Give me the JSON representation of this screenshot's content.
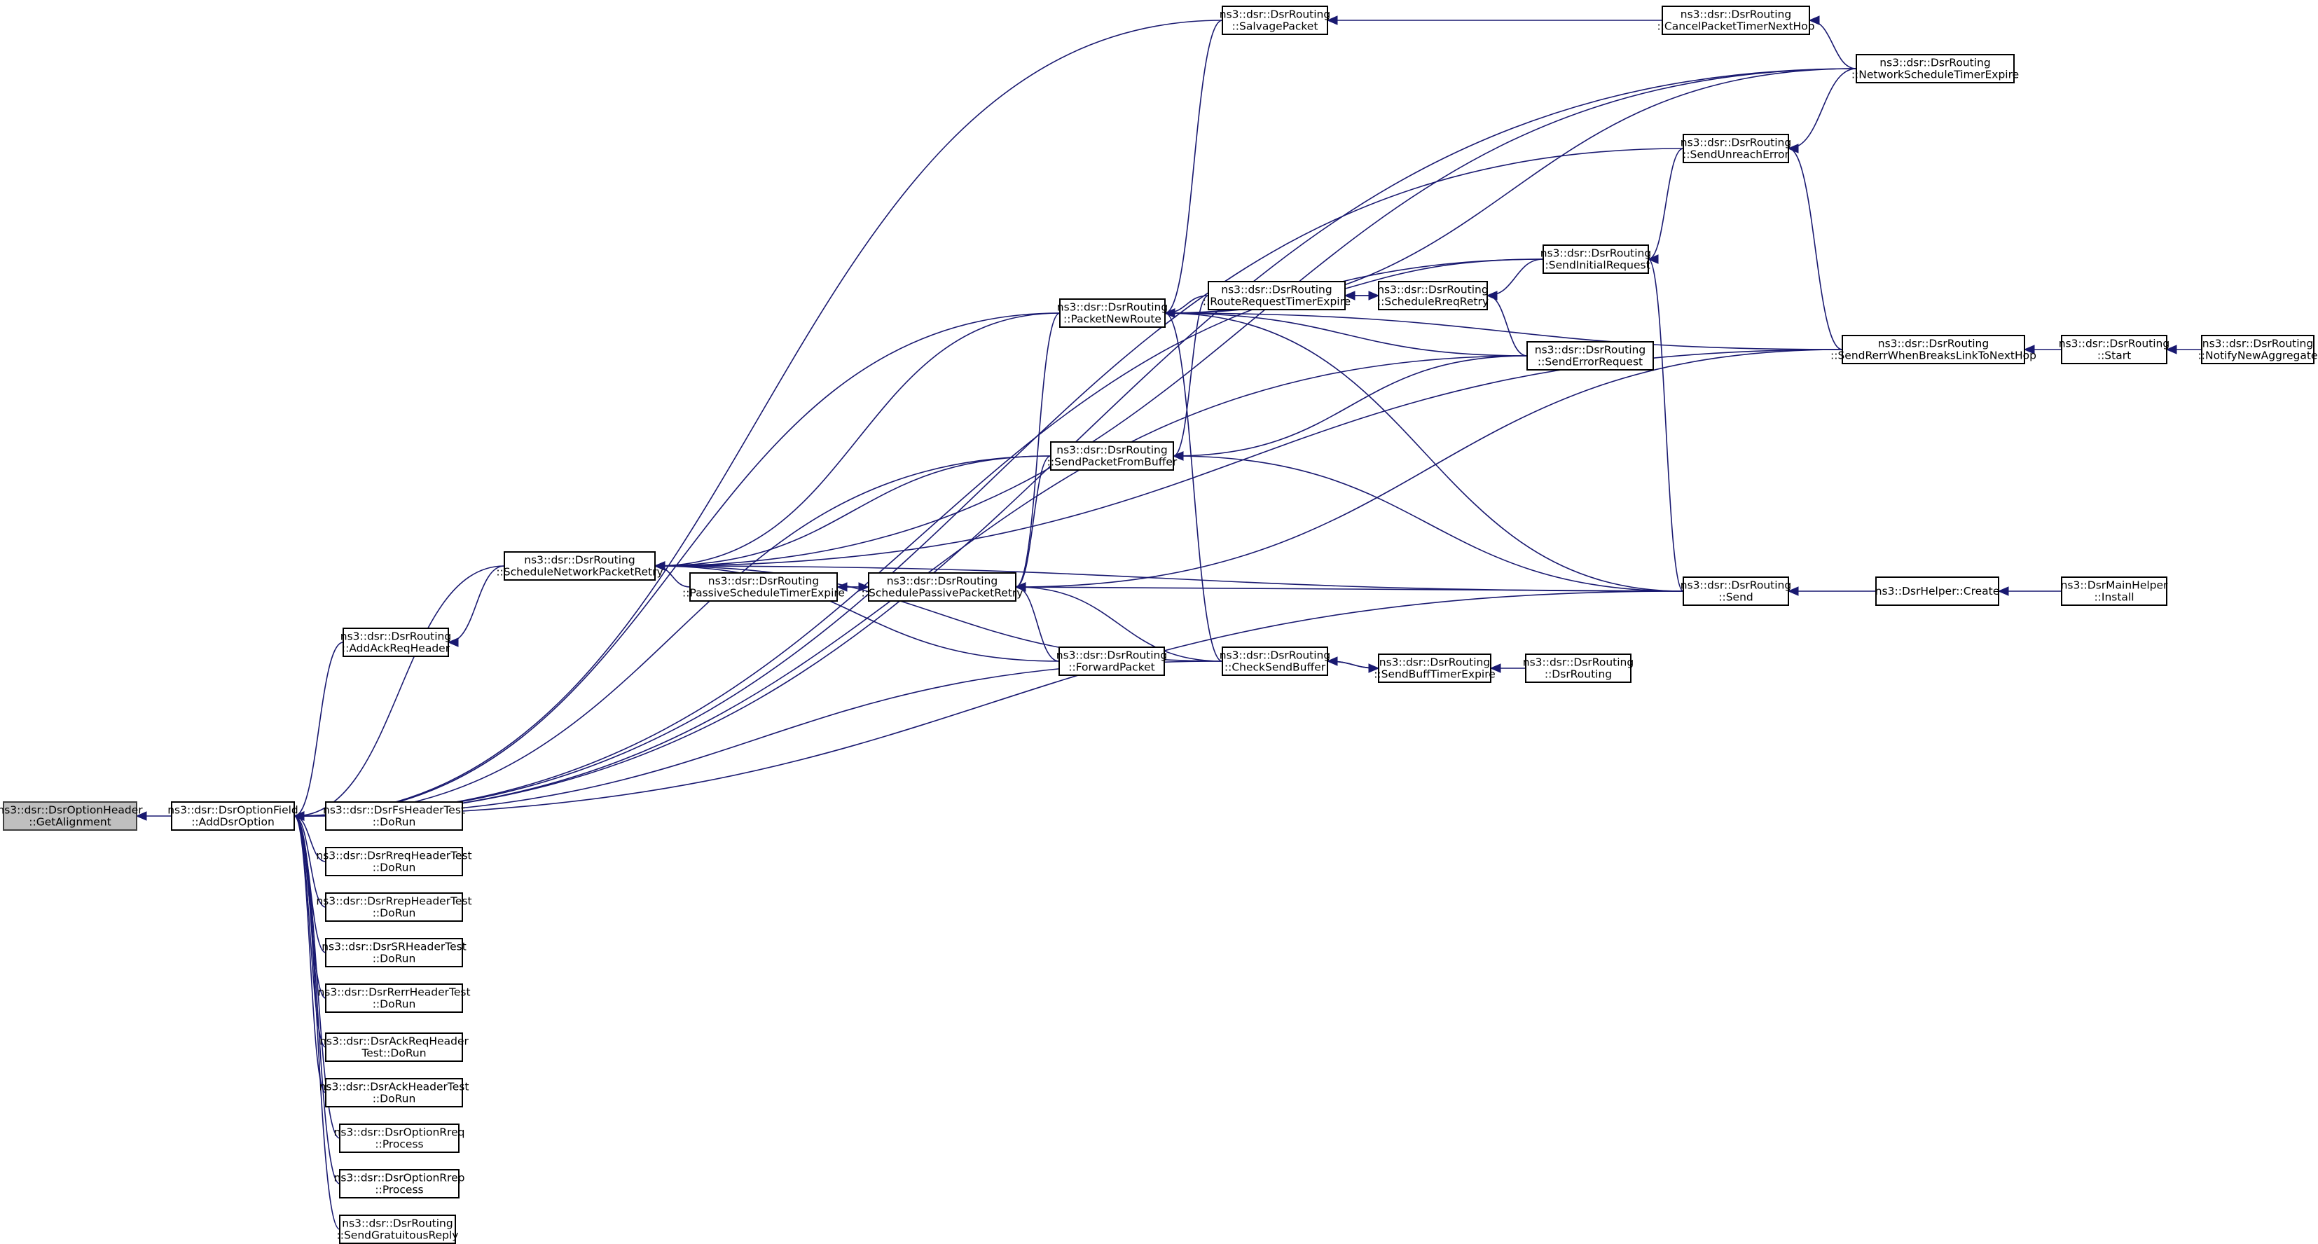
{
  "nodes": [
    {
      "id": "getalign",
      "lines": [
        "ns3::dsr::DsrOptionHeader",
        "::GetAlignment"
      ],
      "root": true
    },
    {
      "id": "adddsr",
      "lines": [
        "ns3::dsr::DsrOptionField",
        "::AddDsrOption"
      ]
    },
    {
      "id": "addack",
      "lines": [
        "ns3::dsr::DsrRouting",
        "::AddAckReqHeader"
      ]
    },
    {
      "id": "schednet",
      "lines": [
        "ns3::dsr::DsrRouting",
        "::ScheduleNetworkPacketRetry"
      ]
    },
    {
      "id": "passive",
      "lines": [
        "ns3::dsr::DsrRouting",
        "::PassiveScheduleTimerExpire"
      ]
    },
    {
      "id": "schedpass",
      "lines": [
        "ns3::dsr::DsrRouting",
        "::SchedulePassivePacketRetry"
      ]
    },
    {
      "id": "forward",
      "lines": [
        "ns3::dsr::DsrRouting",
        "::ForwardPacket"
      ]
    },
    {
      "id": "sendbuf",
      "lines": [
        "ns3::dsr::DsrRouting",
        "::SendPacketFromBuffer"
      ]
    },
    {
      "id": "pktnew",
      "lines": [
        "ns3::dsr::DsrRouting",
        "::PacketNewRoute"
      ]
    },
    {
      "id": "salvage",
      "lines": [
        "ns3::dsr::DsrRouting",
        "::SalvagePacket"
      ]
    },
    {
      "id": "routereq",
      "lines": [
        "ns3::dsr::DsrRouting",
        "::RouteRequestTimerExpire"
      ]
    },
    {
      "id": "checkbuf",
      "lines": [
        "ns3::dsr::DsrRouting",
        "::CheckSendBuffer"
      ]
    },
    {
      "id": "schedreq",
      "lines": [
        "ns3::dsr::DsrRouting",
        "::ScheduleRreqRetry"
      ]
    },
    {
      "id": "sendbufexp",
      "lines": [
        "ns3::dsr::DsrRouting",
        "::SendBuffTimerExpire"
      ]
    },
    {
      "id": "dsrrouting",
      "lines": [
        "ns3::dsr::DsrRouting",
        "::DsrRouting"
      ]
    },
    {
      "id": "cancel",
      "lines": [
        "ns3::dsr::DsrRouting",
        "::CancelPacketTimerNextHop"
      ]
    },
    {
      "id": "unreach",
      "lines": [
        "ns3::dsr::DsrRouting",
        "::SendUnreachError"
      ]
    },
    {
      "id": "initreq",
      "lines": [
        "ns3::dsr::DsrRouting",
        "::SendInitialRequest"
      ]
    },
    {
      "id": "errreq",
      "lines": [
        "ns3::dsr::DsrRouting",
        "::SendErrorRequest"
      ]
    },
    {
      "id": "send",
      "lines": [
        "ns3::dsr::DsrRouting",
        "::Send"
      ]
    },
    {
      "id": "netsched",
      "lines": [
        "ns3::dsr::DsrRouting",
        "::NetworkScheduleTimerExpire"
      ]
    },
    {
      "id": "rerrwhen",
      "lines": [
        "ns3::dsr::DsrRouting",
        "::SendRerrWhenBreaksLinkToNextHop"
      ]
    },
    {
      "id": "start",
      "lines": [
        "ns3::dsr::DsrRouting",
        "::Start"
      ]
    },
    {
      "id": "notify",
      "lines": [
        "ns3::dsr::DsrRouting",
        "::NotifyNewAggregate"
      ]
    },
    {
      "id": "helpercreate",
      "lines": [
        "ns3::DsrHelper::Create"
      ]
    },
    {
      "id": "mainhelper",
      "lines": [
        "ns3::DsrMainHelper",
        "::Install"
      ]
    },
    {
      "id": "fstest",
      "lines": [
        "ns3::dsr::DsrFsHeaderTest",
        "::DoRun"
      ]
    },
    {
      "id": "rreqtest",
      "lines": [
        "ns3::dsr::DsrRreqHeaderTest",
        "::DoRun"
      ]
    },
    {
      "id": "rreptest",
      "lines": [
        "ns3::dsr::DsrRrepHeaderTest",
        "::DoRun"
      ]
    },
    {
      "id": "srtest",
      "lines": [
        "ns3::dsr::DsrSRHeaderTest",
        "::DoRun"
      ]
    },
    {
      "id": "rerrtest",
      "lines": [
        "ns3::dsr::DsrRerrHeaderTest",
        "::DoRun"
      ]
    },
    {
      "id": "ackreqtest",
      "lines": [
        "ns3::dsr::DsrAckReqHeader",
        "Test::DoRun"
      ]
    },
    {
      "id": "acktest",
      "lines": [
        "ns3::dsr::DsrAckHeaderTest",
        "::DoRun"
      ]
    },
    {
      "id": "rreqproc",
      "lines": [
        "ns3::dsr::DsrOptionRreq",
        "::Process"
      ]
    },
    {
      "id": "rrepproc",
      "lines": [
        "ns3::dsr::DsrOptionRrep",
        "::Process"
      ]
    },
    {
      "id": "gratuitous",
      "lines": [
        "ns3::dsr::DsrRouting",
        "::SendGratuitousReply"
      ]
    }
  ],
  "edges": [
    [
      "adddsr",
      "getalign"
    ],
    [
      "addack",
      "adddsr"
    ],
    [
      "schednet",
      "adddsr"
    ],
    [
      "sendbuf",
      "adddsr"
    ],
    [
      "pktnew",
      "adddsr"
    ],
    [
      "salvage",
      "adddsr"
    ],
    [
      "checkbuf",
      "adddsr"
    ],
    [
      "unreach",
      "adddsr"
    ],
    [
      "initreq",
      "adddsr"
    ],
    [
      "errreq",
      "adddsr"
    ],
    [
      "send",
      "adddsr"
    ],
    [
      "netsched",
      "adddsr"
    ],
    [
      "fstest",
      "adddsr"
    ],
    [
      "rreqtest",
      "adddsr"
    ],
    [
      "rreptest",
      "adddsr"
    ],
    [
      "srtest",
      "adddsr"
    ],
    [
      "rerrtest",
      "adddsr"
    ],
    [
      "ackreqtest",
      "adddsr"
    ],
    [
      "acktest",
      "adddsr"
    ],
    [
      "rreqproc",
      "adddsr"
    ],
    [
      "rrepproc",
      "adddsr"
    ],
    [
      "gratuitous",
      "adddsr"
    ],
    [
      "schednet",
      "addack"
    ],
    [
      "passive",
      "schednet"
    ],
    [
      "forward",
      "schednet"
    ],
    [
      "sendbuf",
      "schednet"
    ],
    [
      "pktnew",
      "schednet"
    ],
    [
      "checkbuf",
      "schednet"
    ],
    [
      "send",
      "schednet"
    ],
    [
      "netsched",
      "schednet"
    ],
    [
      "rerrwhen",
      "schednet"
    ],
    [
      "schedpass",
      "passive"
    ],
    [
      "passive",
      "schedpass"
    ],
    [
      "forward",
      "schedpass"
    ],
    [
      "sendbuf",
      "schedpass"
    ],
    [
      "pktnew",
      "schedpass"
    ],
    [
      "checkbuf",
      "schedpass"
    ],
    [
      "send",
      "schedpass"
    ],
    [
      "rerrwhen",
      "schedpass"
    ],
    [
      "routereq",
      "sendbuf"
    ],
    [
      "errreq",
      "sendbuf"
    ],
    [
      "send",
      "sendbuf"
    ],
    [
      "routereq",
      "pktnew"
    ],
    [
      "initreq",
      "pktnew"
    ],
    [
      "errreq",
      "pktnew"
    ],
    [
      "checkbuf",
      "pktnew"
    ],
    [
      "send",
      "pktnew"
    ],
    [
      "rerrwhen",
      "pktnew"
    ],
    [
      "salvage",
      "pktnew"
    ],
    [
      "netsched",
      "pktnew"
    ],
    [
      "cancel",
      "salvage"
    ],
    [
      "netsched",
      "cancel"
    ],
    [
      "schedreq",
      "routereq"
    ],
    [
      "routereq",
      "schedreq"
    ],
    [
      "initreq",
      "schedreq"
    ],
    [
      "errreq",
      "schedreq"
    ],
    [
      "unreach",
      "initreq"
    ],
    [
      "send",
      "initreq"
    ],
    [
      "netsched",
      "unreach"
    ],
    [
      "rerrwhen",
      "unreach"
    ],
    [
      "sendbufexp",
      "checkbuf"
    ],
    [
      "checkbuf",
      "sendbufexp"
    ],
    [
      "dsrrouting",
      "sendbufexp"
    ],
    [
      "helpercreate",
      "send"
    ],
    [
      "mainhelper",
      "helpercreate"
    ],
    [
      "start",
      "rerrwhen"
    ],
    [
      "notify",
      "start"
    ]
  ]
}
